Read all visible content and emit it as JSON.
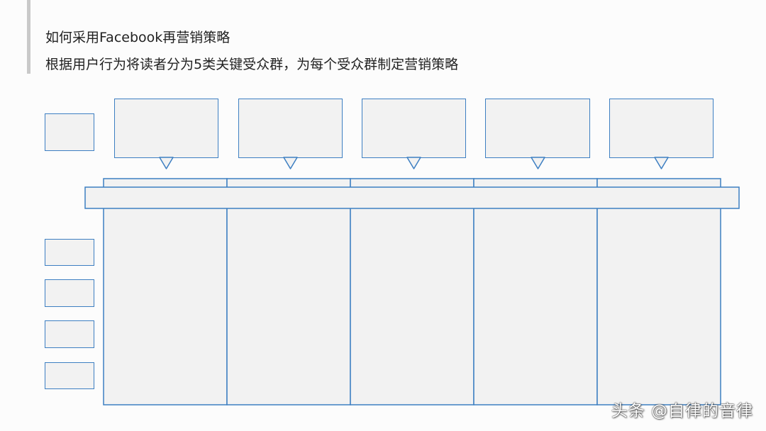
{
  "header": {
    "title": "如何采用Facebook再营销策略",
    "subtitle": "根据用户行为将读者分为5类关键受众群，为每个受众群制定营销策略"
  },
  "watermark": {
    "text": "头条 @自律的音律"
  },
  "colors": {
    "border": "#3d7fc2",
    "box_fill": "#f2f2f2",
    "accent_bar": "#c9c9c9"
  }
}
